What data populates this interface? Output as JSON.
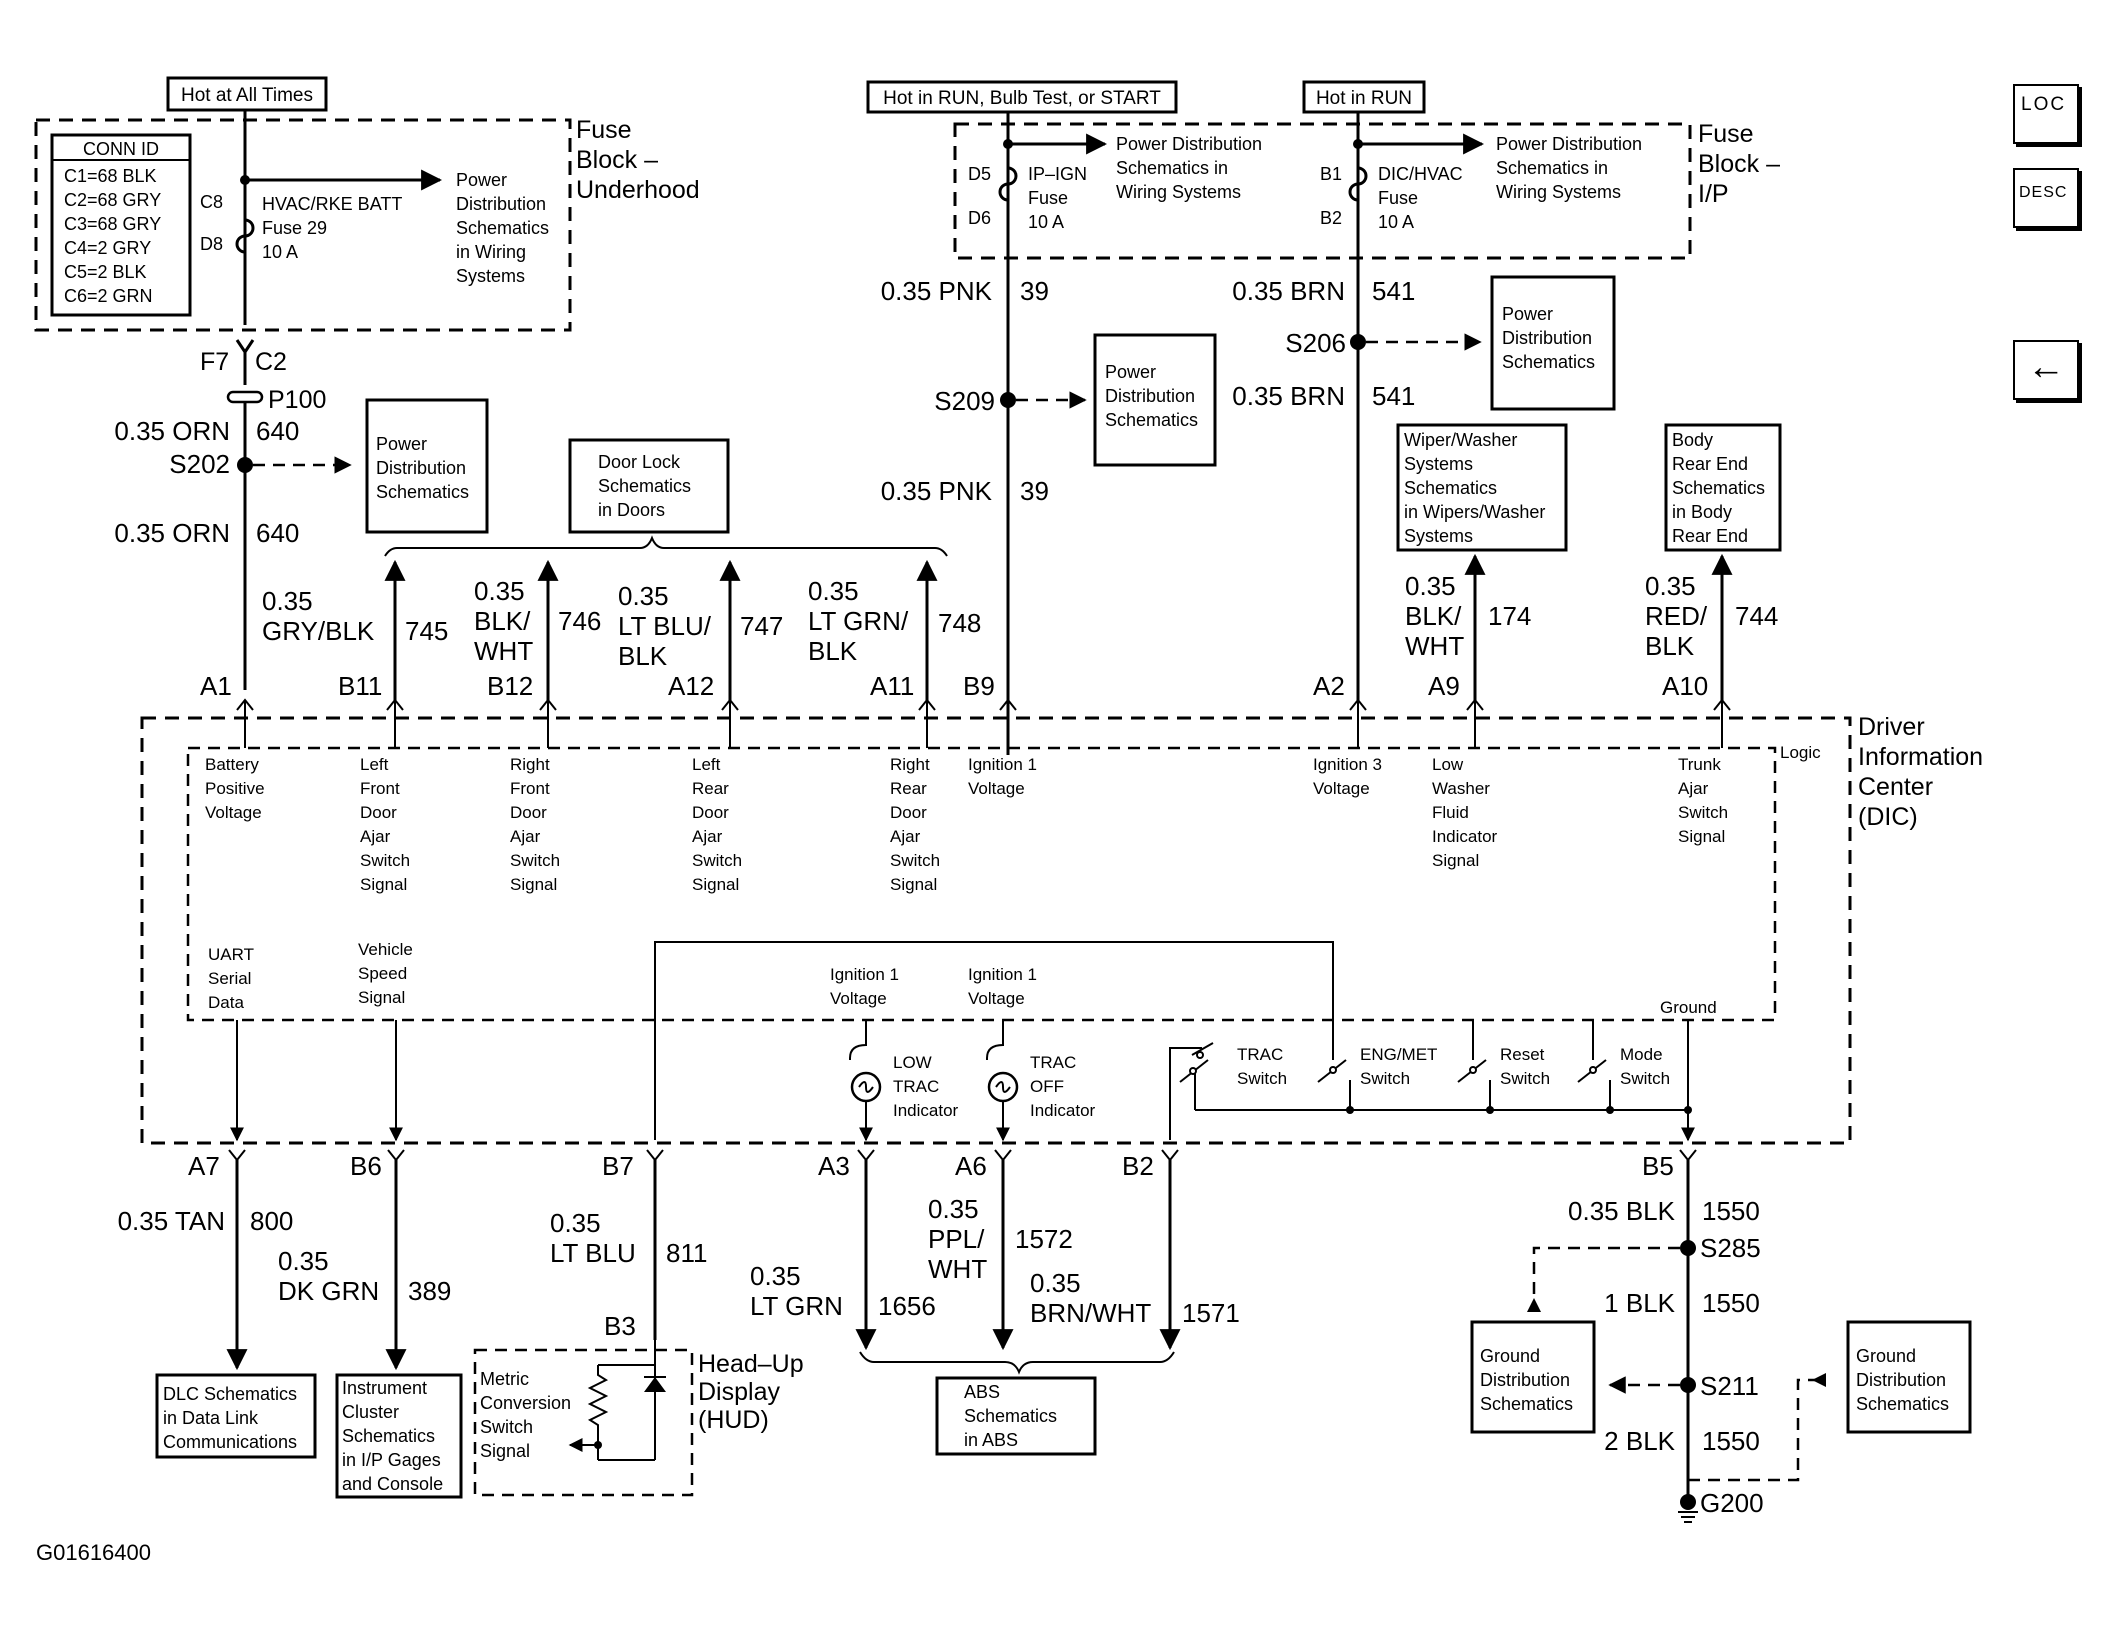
{
  "figure_id": "G01616400",
  "nav": {
    "loc": "LOC",
    "desc": "DESC",
    "back": "←"
  },
  "power": {
    "hot_at_all_times": "Hot at All Times",
    "hot_in_run_bulb": "Hot in RUN, Bulb Test, or START",
    "hot_in_run": "Hot in RUN"
  },
  "fuse_block_underhood": {
    "title1": "Fuse",
    "title2": "Block –",
    "title3": "Underhood",
    "conn_id": {
      "header": "CONN ID",
      "rows": [
        "C1=68 BLK",
        "C2=68 GRY",
        "C3=68 GRY",
        "C4=2 GRY",
        "C5=2 BLK",
        "C6=2 GRN"
      ]
    },
    "c8": "C8",
    "d8": "D8",
    "fuse": [
      "HVAC/RKE BATT",
      "Fuse 29",
      "10 A"
    ],
    "ref": [
      "Power",
      "Distribution",
      "Schematics",
      "in Wiring",
      "Systems"
    ]
  },
  "fuse_block_ip": {
    "title1": "Fuse",
    "title2": "Block –",
    "title3": "I/P",
    "d5": "D5",
    "d6": "D6",
    "b1": "B1",
    "b2": "B2",
    "ipign": [
      "IP–IGN",
      "Fuse",
      "10 A"
    ],
    "dichvac": [
      "DIC/HVAC",
      "Fuse",
      "10 A"
    ],
    "ref1": [
      "Power Distribution",
      "Schematics in",
      "Wiring Systems"
    ],
    "ref2": [
      "Power Distribution",
      "Schematics in",
      "Wiring Systems"
    ]
  },
  "left_feed": {
    "f7": "F7",
    "c2": "C2",
    "p100": "P100",
    "s202": "S202",
    "wire_a": {
      "size": "0.35 ORN",
      "circuit": "640"
    },
    "wire_b": {
      "size": "0.35 ORN",
      "circuit": "640"
    },
    "ref": [
      "Power",
      "Distribution",
      "Schematics"
    ]
  },
  "mid_feed": {
    "wire_a": {
      "size": "0.35 PNK",
      "circuit": "39"
    },
    "s209": "S209",
    "wire_b": {
      "size": "0.35 PNK",
      "circuit": "39"
    },
    "ref": [
      "Power",
      "Distribution",
      "Schematics"
    ]
  },
  "right_feed": {
    "wire_a": {
      "size": "0.35 BRN",
      "circuit": "541"
    },
    "s206": "S206",
    "wire_b": {
      "size": "0.35 BRN",
      "circuit": "541"
    },
    "ref": [
      "Power",
      "Distribution",
      "Schematics"
    ]
  },
  "door_lock_ref": [
    "Door Lock",
    "Schematics",
    "in Doors"
  ],
  "wiper_ref": [
    "Wiper/Washer",
    "Systems",
    "Schematics",
    "in Wipers/Washer",
    "Systems"
  ],
  "body_ref": [
    "Body",
    "Rear End",
    "Schematics",
    "in Body",
    "Rear End"
  ],
  "top_wires": [
    {
      "size1": "0.35",
      "size2": "GRY/BLK",
      "circuit": "745"
    },
    {
      "size1": "0.35",
      "size2": "BLK/",
      "size3": "WHT",
      "circuit": "746"
    },
    {
      "size1": "0.35",
      "size2": "LT BLU/",
      "size3": "BLK",
      "circuit": "747"
    },
    {
      "size1": "0.35",
      "size2": "LT GRN/",
      "size3": "BLK",
      "circuit": "748"
    },
    {
      "size1": "0.35",
      "size2": "BLK/",
      "size3": "WHT",
      "circuit": "174"
    },
    {
      "size1": "0.35",
      "size2": "RED/",
      "size3": "BLK",
      "circuit": "744"
    }
  ],
  "top_pins": [
    "A1",
    "B11",
    "B12",
    "A12",
    "A11",
    "B9",
    "A2",
    "A9",
    "A10"
  ],
  "dic": {
    "title": [
      "Driver",
      "Information",
      "Center",
      "(DIC)"
    ],
    "logic": "Logic",
    "inputs": [
      [
        "Battery",
        "Positive",
        "Voltage"
      ],
      [
        "Left",
        "Front",
        "Door",
        "Ajar",
        "Switch",
        "Signal"
      ],
      [
        "Right",
        "Front",
        "Door",
        "Ajar",
        "Switch",
        "Signal"
      ],
      [
        "Left",
        "Rear",
        "Door",
        "Ajar",
        "Switch",
        "Signal"
      ],
      [
        "Right",
        "Rear",
        "Door",
        "Ajar",
        "Switch",
        "Signal"
      ],
      [
        "Ignition 1",
        "Voltage"
      ],
      [
        "Ignition 3",
        "Voltage"
      ],
      [
        "Low",
        "Washer",
        "Fluid",
        "Indicator",
        "Signal"
      ],
      [
        "Trunk",
        "Ajar",
        "Switch",
        "Signal"
      ]
    ],
    "uart": [
      "UART",
      "Serial",
      "Data"
    ],
    "vss": [
      "Vehicle",
      "Speed",
      "Signal"
    ],
    "ign1a": [
      "Ignition 1",
      "Voltage"
    ],
    "ign1b": [
      "Ignition 1",
      "Voltage"
    ],
    "ground": "Ground",
    "low_trac": [
      "LOW",
      "TRAC",
      "Indicator"
    ],
    "trac_off": [
      "TRAC",
      "OFF",
      "Indicator"
    ],
    "switches": [
      [
        "TRAC",
        "Switch"
      ],
      [
        "ENG/MET",
        "Switch"
      ],
      [
        "Reset",
        "Switch"
      ],
      [
        "Mode",
        "Switch"
      ]
    ]
  },
  "bottom_pins": [
    "A7",
    "B6",
    "B7",
    "A3",
    "A6",
    "B2",
    "B5"
  ],
  "bottom_wires": [
    {
      "size1": "0.35 TAN",
      "circuit": "800"
    },
    {
      "size1": "0.35",
      "size2": "DK GRN",
      "circuit": "389"
    },
    {
      "size1": "0.35",
      "size2": "LT BLU",
      "circuit": "811"
    },
    {
      "size1": "0.35",
      "size2": "LT GRN",
      "circuit": "1656"
    },
    {
      "size1": "0.35",
      "size2": "PPL/",
      "size3": "WHT",
      "circuit": "1572"
    },
    {
      "size1": "0.35",
      "size2": "BRN/WHT",
      "circuit": "1571"
    }
  ],
  "dlc_ref": [
    "DLC Schematics",
    "in Data Link",
    "Communications"
  ],
  "cluster_ref": [
    "Instrument",
    "Cluster",
    "Schematics",
    "in I/P Gages",
    "and Console"
  ],
  "hud": {
    "pin": "B3",
    "title": [
      "Head–Up",
      "Display",
      "(HUD)"
    ],
    "signal": [
      "Metric",
      "Conversion",
      "Switch",
      "Signal"
    ]
  },
  "abs_ref": [
    "ABS",
    "Schematics",
    "in ABS"
  ],
  "ground_path": {
    "wire_a": {
      "size": "0.35 BLK",
      "circuit": "1550"
    },
    "s285": "S285",
    "wire_b": {
      "size": "1 BLK",
      "circuit": "1550"
    },
    "s211": "S211",
    "wire_c": {
      "size": "2 BLK",
      "circuit": "1550"
    },
    "g200": "G200",
    "ref1": [
      "Ground",
      "Distribution",
      "Schematics"
    ],
    "ref2": [
      "Ground",
      "Distribution",
      "Schematics"
    ]
  }
}
